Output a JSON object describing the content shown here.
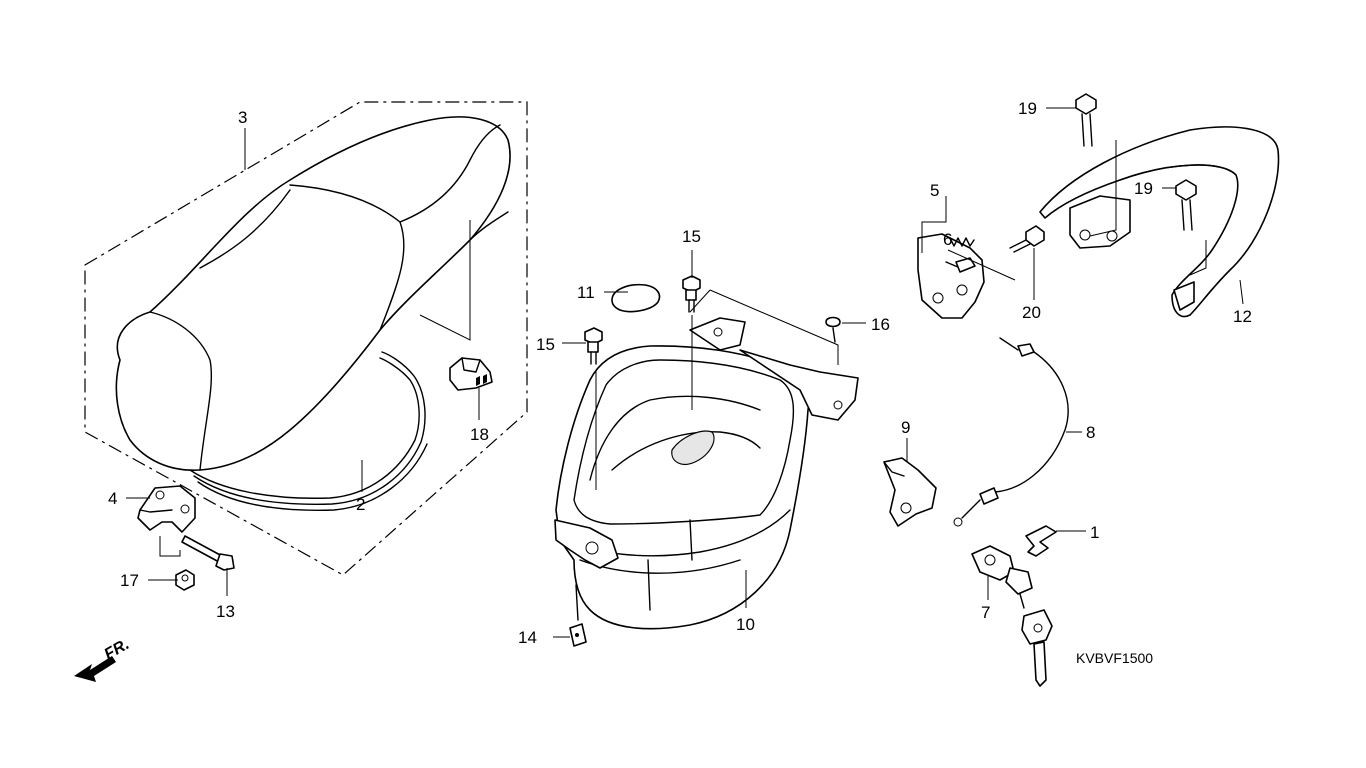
{
  "diagram": {
    "code": "KVBVF1500",
    "front_marker": "FR.",
    "callouts": {
      "c1": "1",
      "c2": "2",
      "c3": "3",
      "c4": "4",
      "c5": "5",
      "c6": "6",
      "c7": "7",
      "c8": "8",
      "c9": "9",
      "c10": "10",
      "c11": "11",
      "c12": "12",
      "c13": "13",
      "c14": "14",
      "c15a": "15",
      "c15b": "15",
      "c16": "16",
      "c17": "17",
      "c18": "18",
      "c19a": "19",
      "c19b": "19",
      "c20": "20"
    }
  }
}
